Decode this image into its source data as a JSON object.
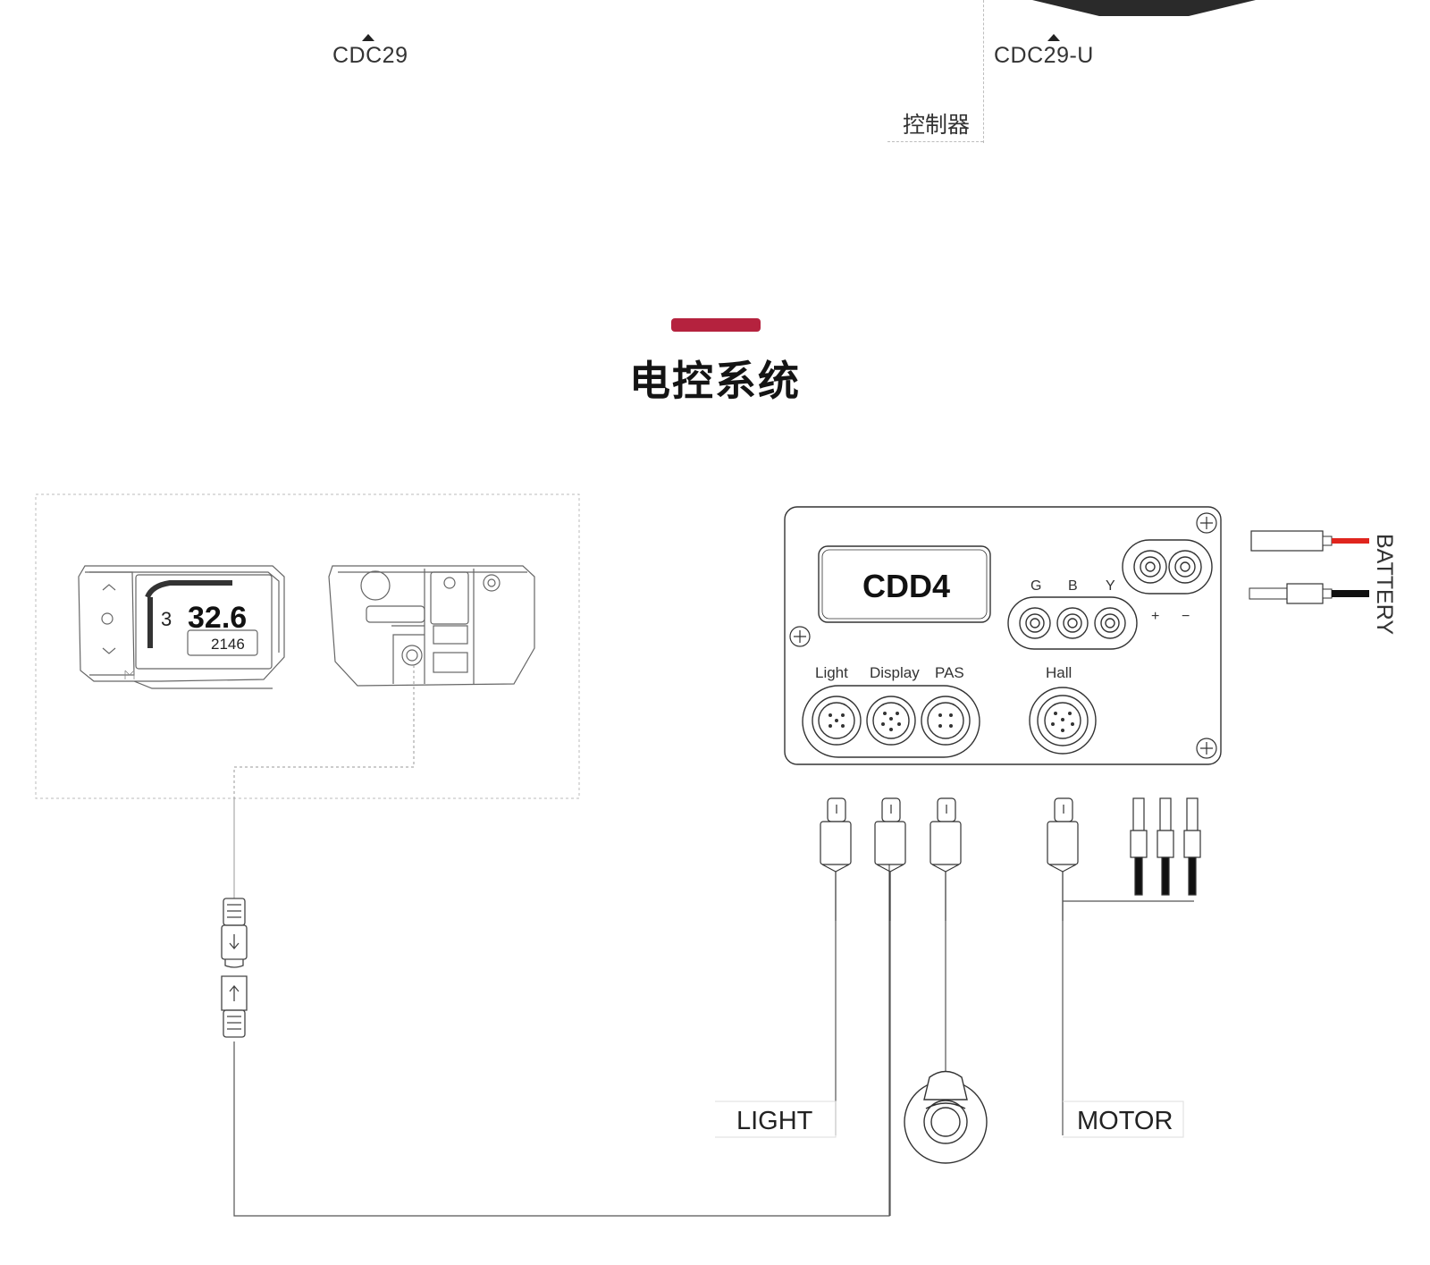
{
  "models": {
    "left": "CDC29",
    "right": "CDC29-U"
  },
  "controller_label": "控制器",
  "section": {
    "title": "电控系统",
    "accent_color": "#b5223e"
  },
  "display_screen": {
    "big_number": "32.6",
    "assist_level": "3",
    "odometer": "2146"
  },
  "controller_box": {
    "model": "CDD4",
    "phase_labels": [
      "G",
      "B",
      "Y"
    ],
    "power_labels": [
      "+",
      "−"
    ],
    "port_labels": [
      "Light",
      "Display",
      "PAS",
      "Hall"
    ]
  },
  "wire_labels": {
    "light": "LIGHT",
    "motor": "MOTOR",
    "battery": "BATTERY"
  },
  "colors": {
    "battery_positive": "#e0251e",
    "battery_negative": "#111111",
    "line": "#444444"
  }
}
